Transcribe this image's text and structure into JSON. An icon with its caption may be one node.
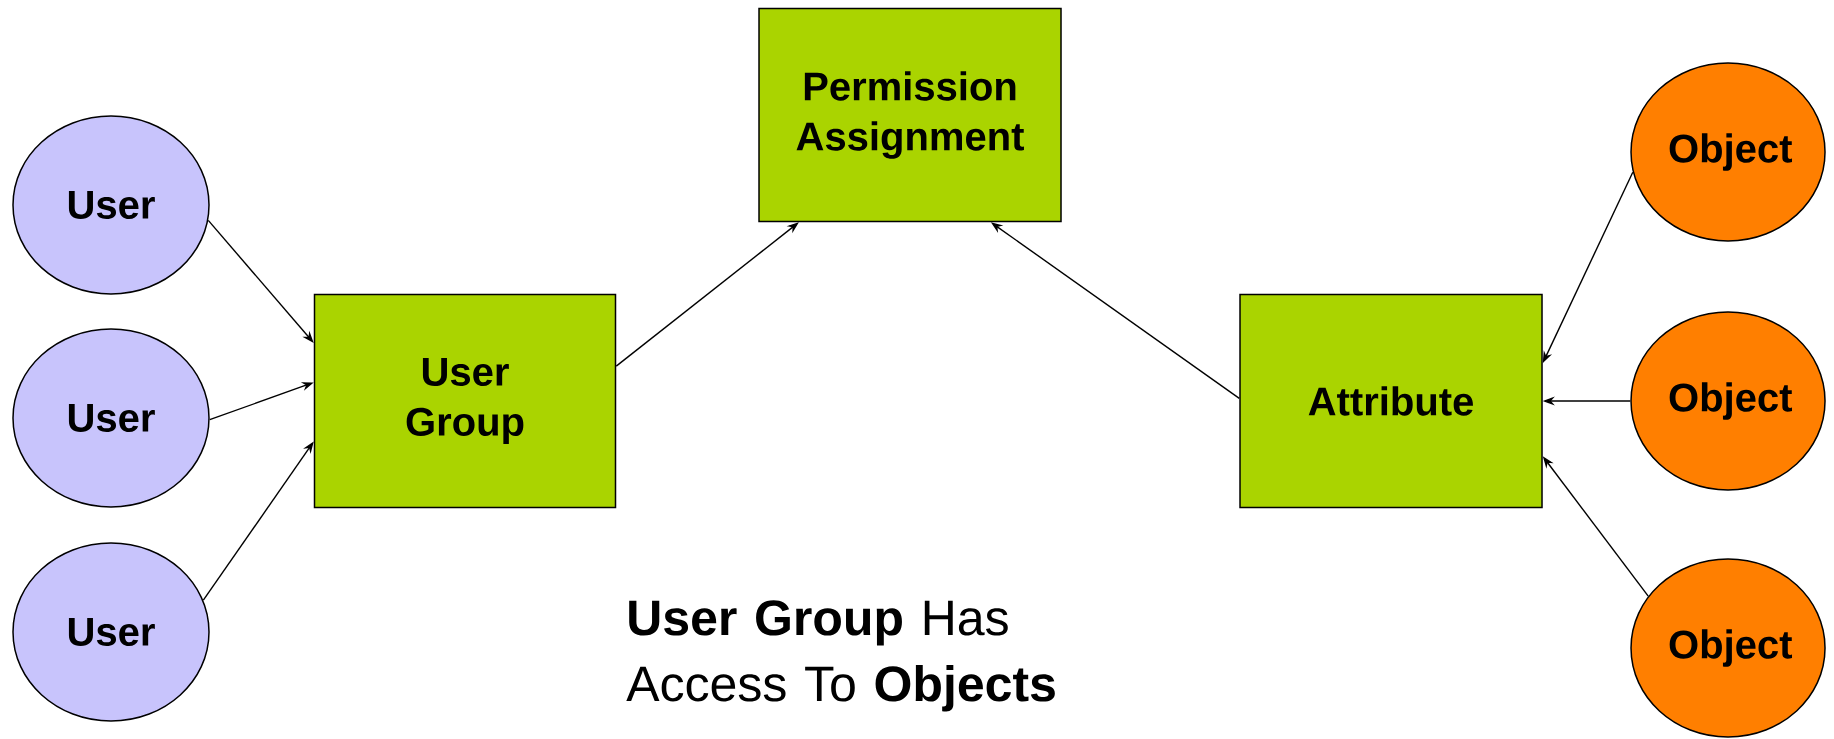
{
  "diagram": {
    "nodes": [
      {
        "text": [
          "User"
        ]
      },
      {
        "text": [
          "User"
        ]
      },
      {
        "text": [
          "User"
        ]
      },
      {
        "text": [
          "User Group"
        ]
      },
      {
        "text": [
          "Permission Assignment"
        ]
      },
      {
        "text": [
          "Attribute"
        ]
      },
      {
        "text": [
          "Object"
        ]
      },
      {
        "text": [
          "Object"
        ]
      },
      {
        "text": [
          "Object"
        ]
      }
    ],
    "edges": [
      {
        "from": 0,
        "to": 3,
        "arrow": "to"
      },
      {
        "from": 1,
        "to": 3,
        "arrow": "to"
      },
      {
        "from": 2,
        "to": 3,
        "arrow": "to"
      },
      {
        "from": 3,
        "to": 4,
        "arrow": "to"
      },
      {
        "from": 5,
        "to": 4,
        "arrow": "to"
      },
      {
        "from": 6,
        "to": 5,
        "arrow": "to"
      },
      {
        "from": 7,
        "to": 5,
        "arrow": "to"
      },
      {
        "from": 8,
        "to": 5,
        "arrow": "to"
      }
    ],
    "labels": [
      "**User Group** Has Access To **Objects**"
    ]
  }
}
